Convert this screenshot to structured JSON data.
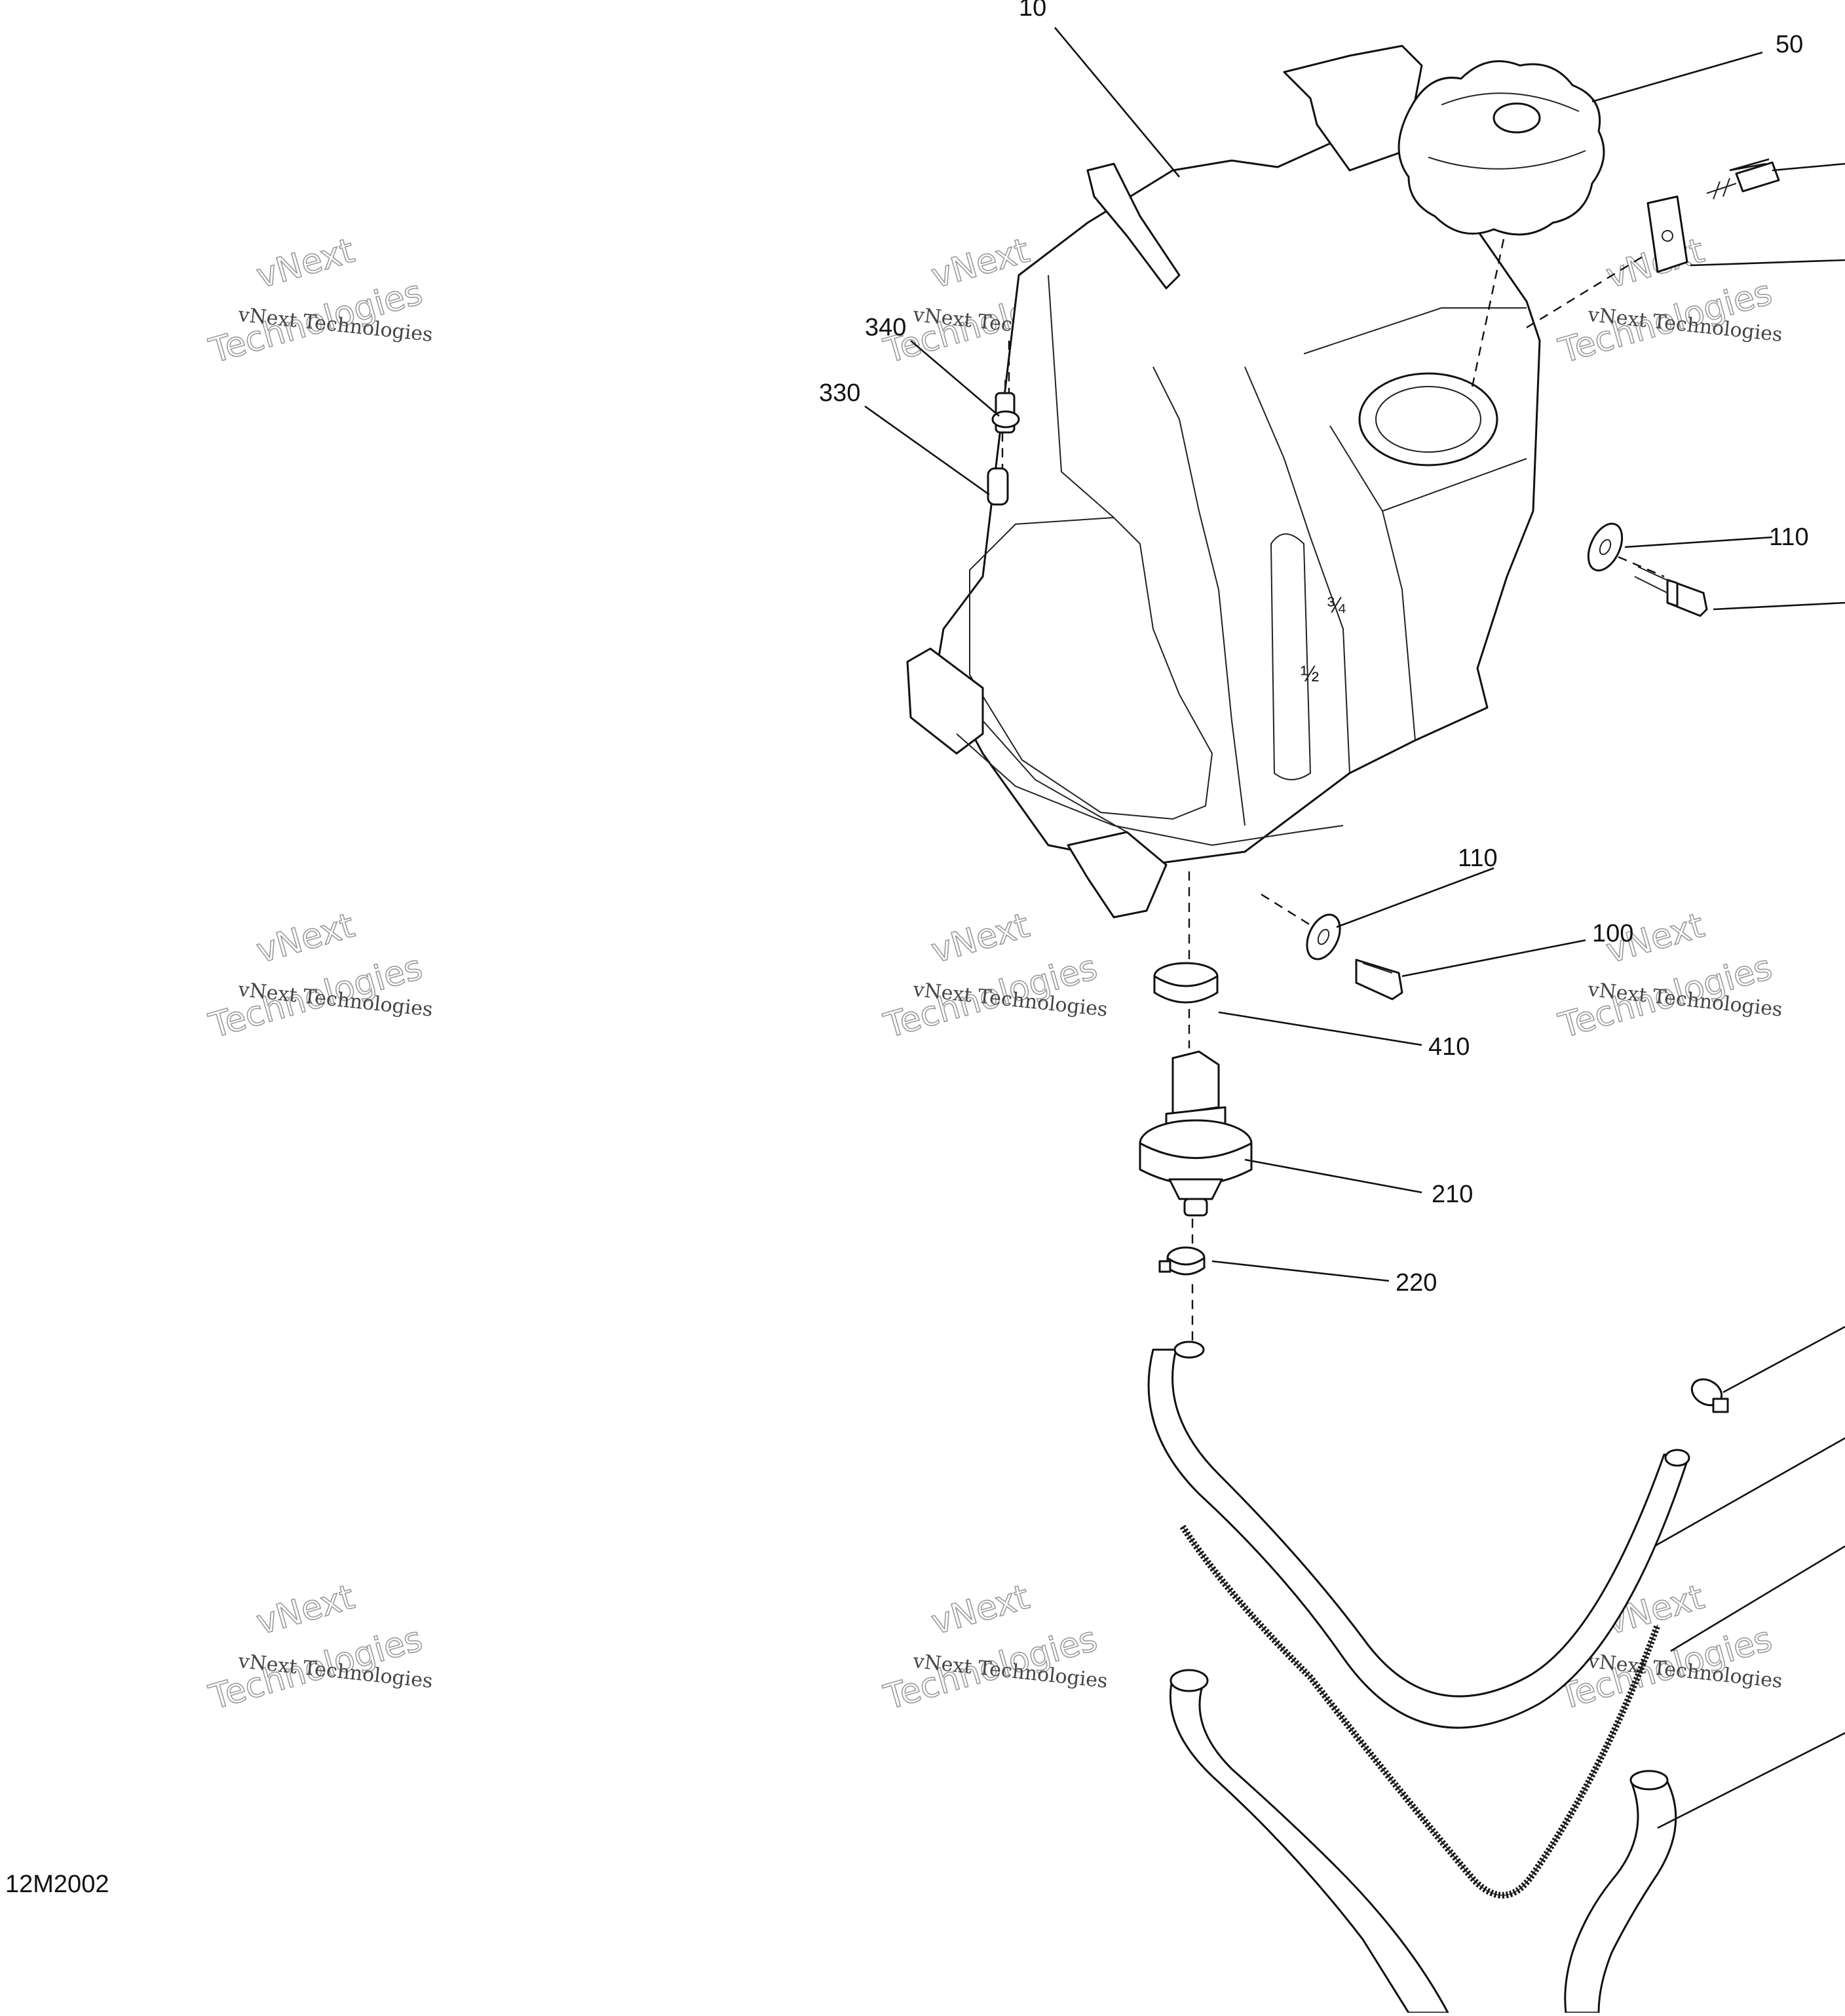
{
  "drawing_code": "12M2002",
  "callouts": {
    "c10": "10",
    "c50": "50",
    "c340": "340",
    "c330": "330",
    "c110_top": "110",
    "c110_mid": "110",
    "c100": "100",
    "c410": "410",
    "c210": "210",
    "c220": "220"
  },
  "watermark": {
    "line1": "vNext Technologies",
    "line2": "vNext",
    "line3": "Technologies"
  },
  "colors": {
    "ink": "#111111",
    "watermark": "#9a9a9a",
    "background": "#ffffff"
  }
}
